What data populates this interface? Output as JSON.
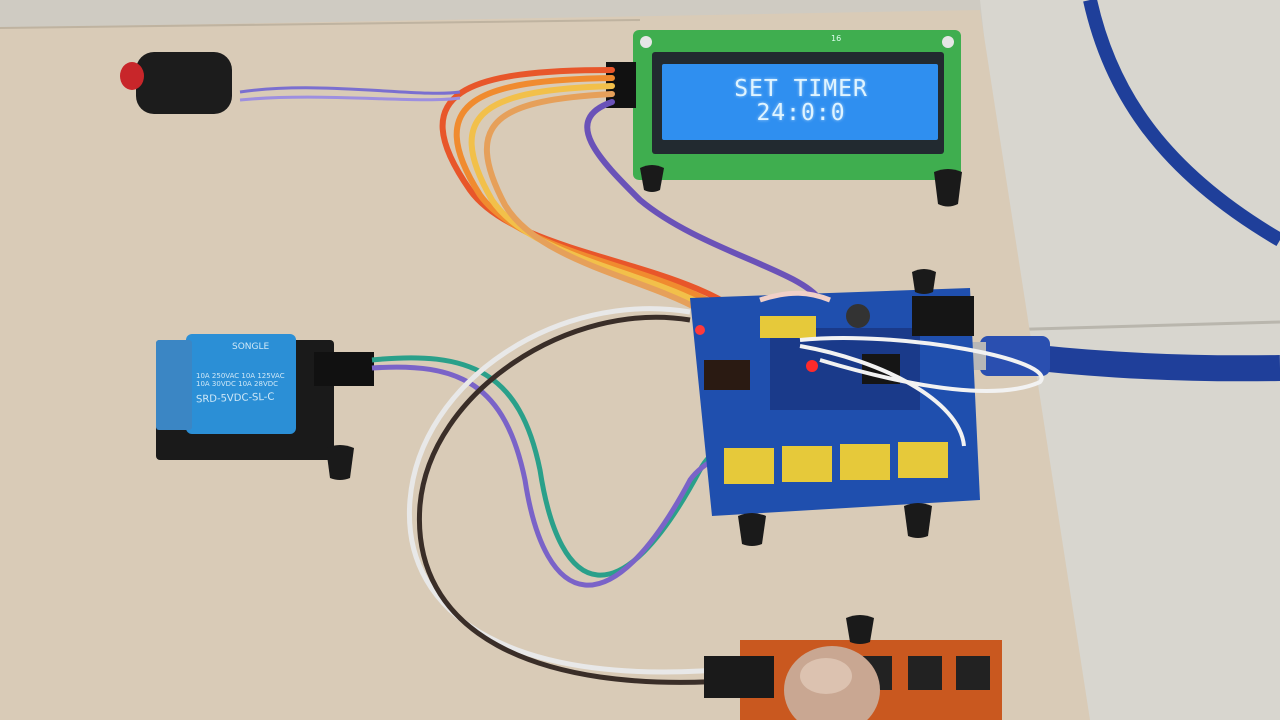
{
  "lcd": {
    "line1": "SET TIMER",
    "line2": "24:0:0",
    "silk_label": "16"
  },
  "relay": {
    "brand": "SONGLE",
    "model": "SRD-5VDC-SL-C",
    "specs": "10A 250VAC 10A 125VAC\n10A 30VDC 10A 28VDC"
  },
  "colors": {
    "board_background": "#c9c5bd",
    "lcd_backlight": "#2f8ff0",
    "lcd_pcb": "#3fae4f",
    "relay_body": "#2b8fd6",
    "shield_pcb": "#1f4fae",
    "button_pcb": "#c9581f",
    "usb_cable": "#1f3f9a",
    "header_yellow": "#e6c93a",
    "led_red": "#ff2a2a"
  }
}
